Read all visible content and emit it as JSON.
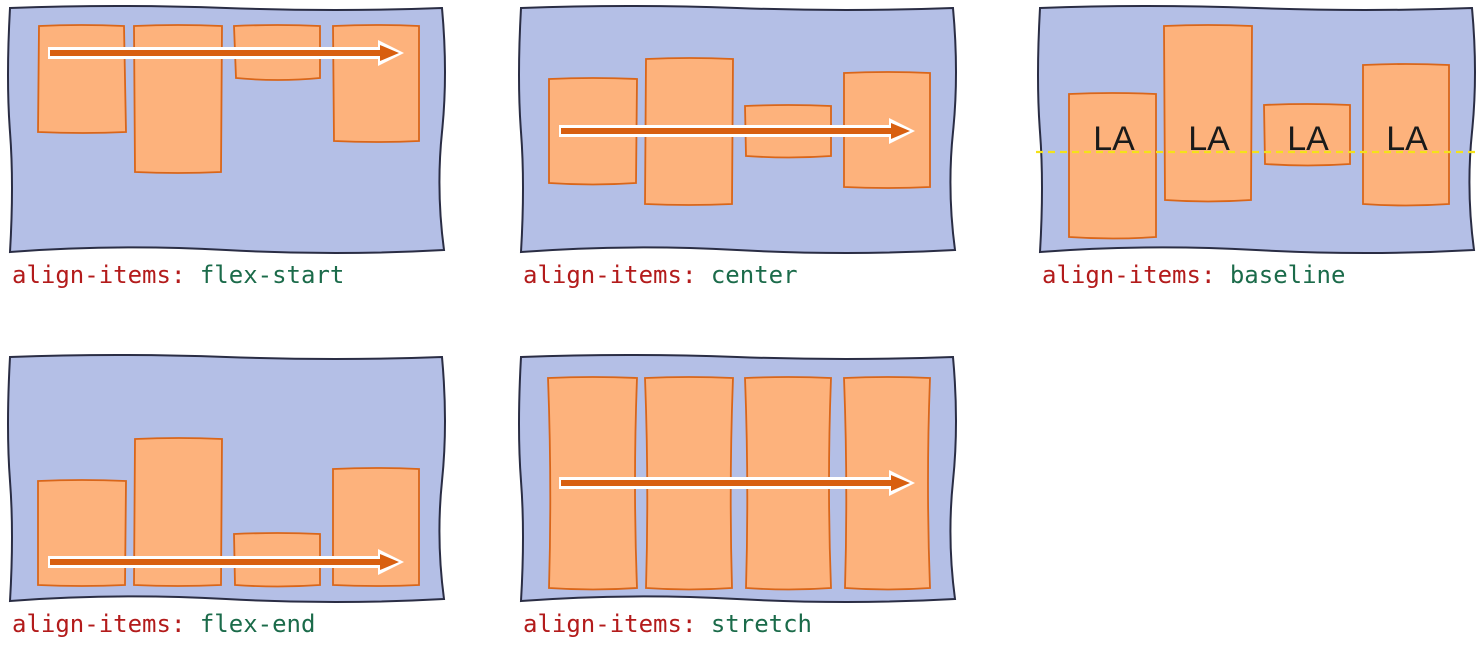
{
  "colors": {
    "container_fill": "#b4bfe6",
    "container_stroke": "#2a2d44",
    "item_fill": "#fdb27c",
    "item_stroke": "#d9661a",
    "arrow": "#d85f10",
    "baseline_line": "#f4e21a",
    "property_text": "#b31b1b",
    "value_text": "#1b6b4a"
  },
  "panels": [
    {
      "id": "flex-start",
      "property": "align-items:",
      "value": "flex-start",
      "arrow": "main-axis"
    },
    {
      "id": "center",
      "property": "align-items:",
      "value": "center",
      "arrow": "main-axis"
    },
    {
      "id": "baseline",
      "property": "align-items:",
      "value": "baseline",
      "arrow": "none",
      "item_text": "LA"
    },
    {
      "id": "flex-end",
      "property": "align-items:",
      "value": "flex-end",
      "arrow": "main-axis"
    },
    {
      "id": "stretch",
      "property": "align-items:",
      "value": "stretch",
      "arrow": "main-axis"
    }
  ]
}
